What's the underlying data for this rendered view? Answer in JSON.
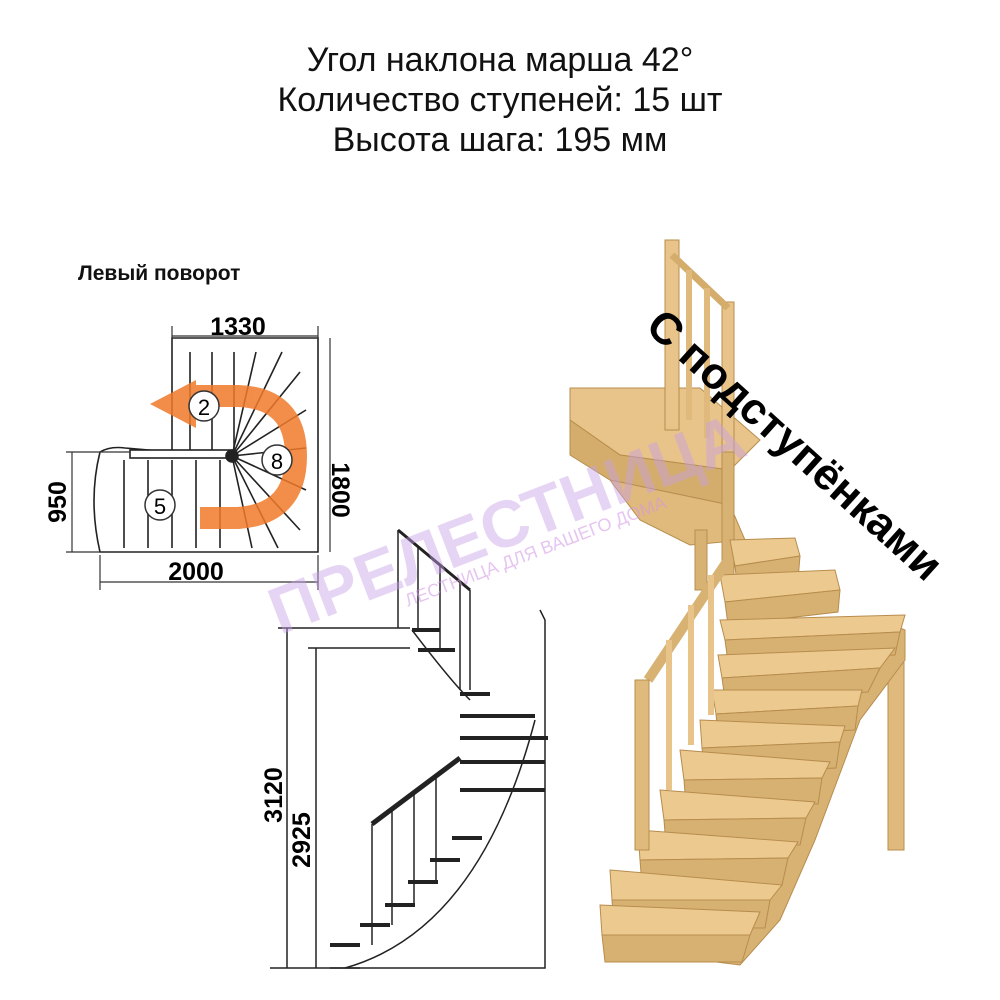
{
  "specs": {
    "line1": "Угол наклона марша 42°",
    "line2": "Количество ступеней: 15 шт",
    "line3": "Высота шага: 195 мм"
  },
  "plan": {
    "title": "Левый поворот",
    "dim_top": "1330",
    "dim_left": "950",
    "dim_right": "1800",
    "dim_bottom": "2000",
    "marker_2": "2",
    "marker_5": "5",
    "marker_8": "8"
  },
  "elevation": {
    "dim_outer": "3120",
    "dim_inner": "2925"
  },
  "badge": "С подступёнками",
  "watermark": {
    "brand": "ПРЕЛЕСТНИЦА",
    "slogan": "ЛЕСТНИЦА ДЛЯ ВАШЕГО ДОМА"
  },
  "colors": {
    "arrow": "#f07a2a",
    "wood": "#e8c48a",
    "wood_dark": "#c9a063",
    "watermark": "#c8a0e6"
  }
}
